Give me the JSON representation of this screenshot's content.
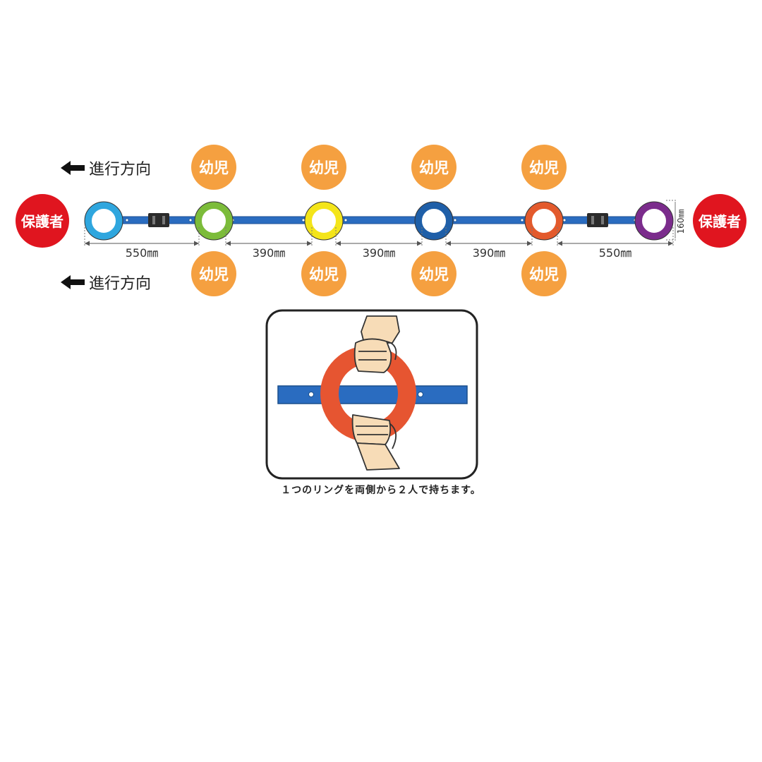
{
  "direction_label": "進行方向",
  "guardian_label": "保護者",
  "child_label": "幼児",
  "height_label": "160㎜",
  "spacings": [
    "550㎜",
    "390㎜",
    "390㎜",
    "390㎜",
    "550㎜"
  ],
  "rings": [
    {
      "color": "#2fa6de"
    },
    {
      "color": "#7cbc3a"
    },
    {
      "color": "#f4e51a"
    },
    {
      "color": "#1f5fa8"
    },
    {
      "color": "#e35a2c"
    },
    {
      "color": "#7b2c8c"
    }
  ],
  "caption": "１つのリングを両側から２人で持ちます。",
  "colors": {
    "strap": "#2a6cc0",
    "strap_dark": "#1d4f93",
    "guardian": "#e0151f",
    "child": "#f5a040",
    "inset_ring": "#e65531"
  },
  "icons": [
    "arrow-left-icon",
    "buckle-icon",
    "hand-icon"
  ]
}
